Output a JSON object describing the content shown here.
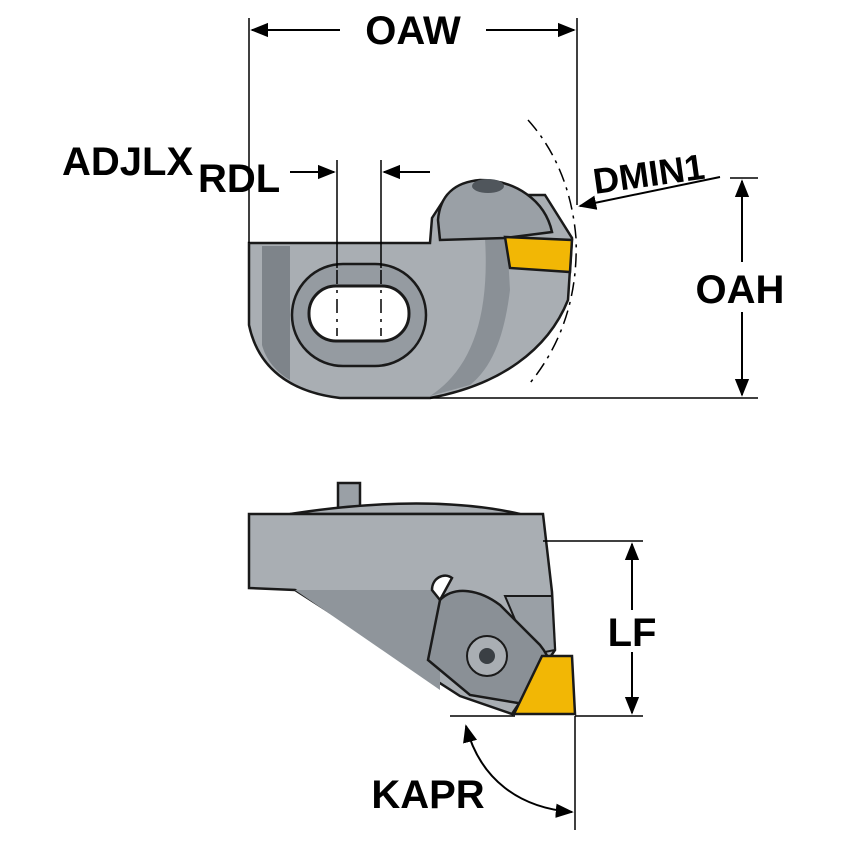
{
  "dimensions": {
    "oaw": "OAW",
    "adjlx": "ADJLX",
    "rdl": "RDL",
    "dmin1": "DMIN1",
    "oah": "OAH",
    "lf": "LF",
    "kapr": "KAPR"
  },
  "colors": {
    "body_light": "#a9aeb3",
    "body_mid": "#8f959b",
    "body_dark": "#6f757b",
    "insert": "#f2b705",
    "outline": "#1a1a1a",
    "line": "#000000",
    "background": "#ffffff"
  }
}
